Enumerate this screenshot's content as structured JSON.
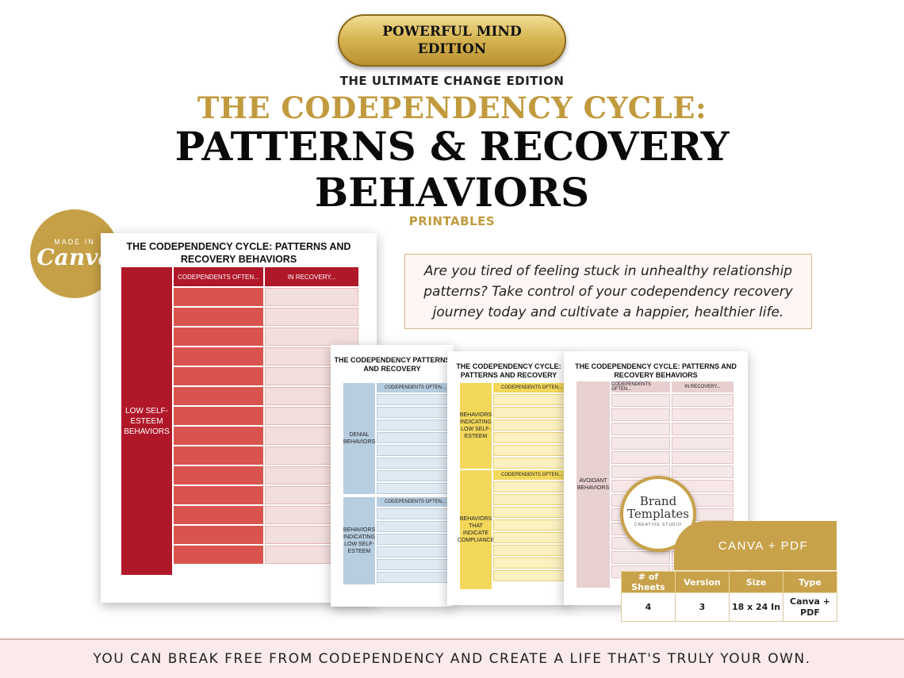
{
  "badge": {
    "label": "POWERFUL MIND EDITION"
  },
  "header": {
    "subhead": "THE ULTIMATE CHANGE EDITION",
    "title_line1": "THE CODEPENDENCY CYCLE:",
    "title_line2": "PATTERNS & RECOVERY BEHAVIORS",
    "printables": "PRINTABLES"
  },
  "canva_badge": {
    "made": "MADE IN",
    "name": "Canva"
  },
  "pitch": "Are you tired of feeling stuck in unhealthy relationship patterns? Take control of your codependency recovery journey today and cultivate a happier, healthier life.",
  "sheets": {
    "red": {
      "title": "THE CODEPENDENCY CYCLE: PATTERNS AND RECOVERY BEHAVIORS",
      "category": "LOW SELF-ESTEEM BEHAVIORS",
      "col1": "CODEPENDENTS OFTEN...",
      "col2": "IN RECOVERY..."
    },
    "blue": {
      "title": "THE CODEPENDENCY PATTERNS AND RECOVERY",
      "cat1": "DENIAL BEHAVIORS",
      "cat2": "BEHAVIORS INDICATING LOW SELF-ESTEEM",
      "col1": "CODEPENDENTS OFTEN..."
    },
    "yellow": {
      "title": "THE CODEPENDENCY CYCLE: PATTERNS AND RECOVERY",
      "cat1": "BEHAVIORS INDICATING LOW SELF-ESTEEM",
      "cat2": "BEHAVIORS THAT INDICATE COMPLIANCE",
      "col1": "CODEPENDENTS OFTEN..."
    },
    "rose": {
      "title": "THE CODEPENDENCY CYCLE: PATTERNS AND RECOVERY BEHAVIORS",
      "category": "AVOIDANT BEHAVIORS",
      "col1": "CODEPENDENTS OFTEN...",
      "col2": "IN RECOVERY..."
    }
  },
  "brand": {
    "line1": "Brand",
    "line2": "Templates",
    "tag": "CREATIVE STUDIO"
  },
  "format_tab": "CANVA + PDF",
  "specs": {
    "headers": [
      "# of Sheets",
      "Version",
      "Size",
      "Type"
    ],
    "values": [
      "4",
      "3",
      "18 x 24 In",
      "Canva + PDF"
    ]
  },
  "footer": "YOU CAN BREAK FREE FROM CODEPENDENCY AND CREATE A LIFE THAT'S TRULY YOUR OWN.",
  "colors": {
    "gold": "#c19a3e",
    "red": "#b0182a",
    "blue": "#b7cde0",
    "yellow": "#f2d75b",
    "rose": "#e8cfd0"
  }
}
